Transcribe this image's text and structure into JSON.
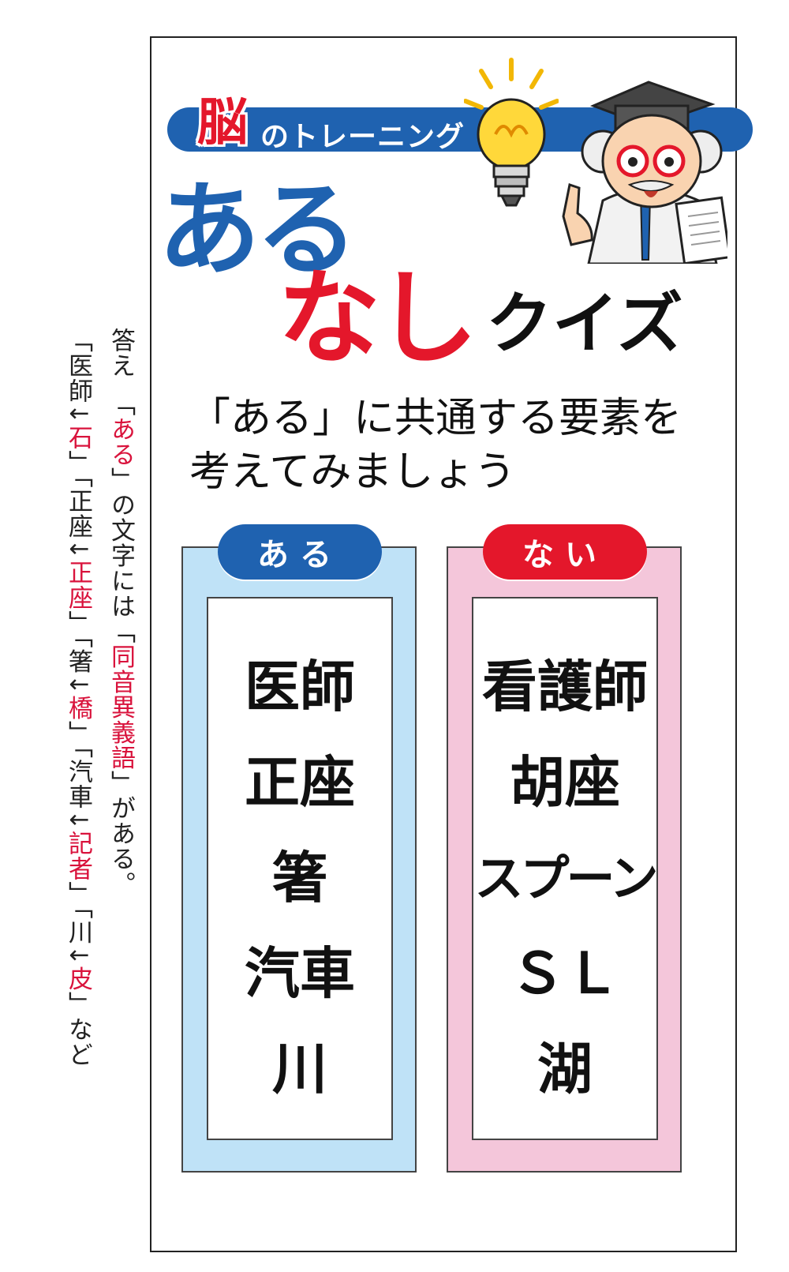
{
  "answer": {
    "parts": [
      {
        "text": "答え　「",
        "red": false
      },
      {
        "text": "ある",
        "red": true
      },
      {
        "text": "」の文字には「",
        "red": false
      },
      {
        "text": "同音異義語",
        "red": true
      },
      {
        "text": "」がある。",
        "red": false
      }
    ],
    "pairs": [
      {
        "from": "医師",
        "to": "石"
      },
      {
        "from": "正座",
        "to": "正座"
      },
      {
        "from": "箸",
        "to": "橋"
      },
      {
        "from": "汽車",
        "to": "記者"
      },
      {
        "from": "川",
        "to": "皮"
      }
    ],
    "arrow": "↓",
    "suffix": "など"
  },
  "banner": {
    "brain": "脳",
    "text": "のトレーニング"
  },
  "title": {
    "aru": "ある",
    "nashi": "なし",
    "quiz": "クイズ"
  },
  "instruction": {
    "line1": "「ある」に共通する要素を",
    "line2": "考えてみましょう"
  },
  "aru_box": {
    "label": "ある",
    "words": [
      "医師",
      "正座",
      "箸",
      "汽車",
      "川"
    ]
  },
  "nai_box": {
    "label": "ない",
    "words": [
      "看護師",
      "胡座",
      "スプーン",
      "ＳＬ",
      "湖"
    ]
  },
  "colors": {
    "blue": "#1f62b0",
    "red": "#e4172b",
    "light_blue": "#bfe2f7",
    "pink": "#f4c6da",
    "answer_red": "#d9133c"
  }
}
